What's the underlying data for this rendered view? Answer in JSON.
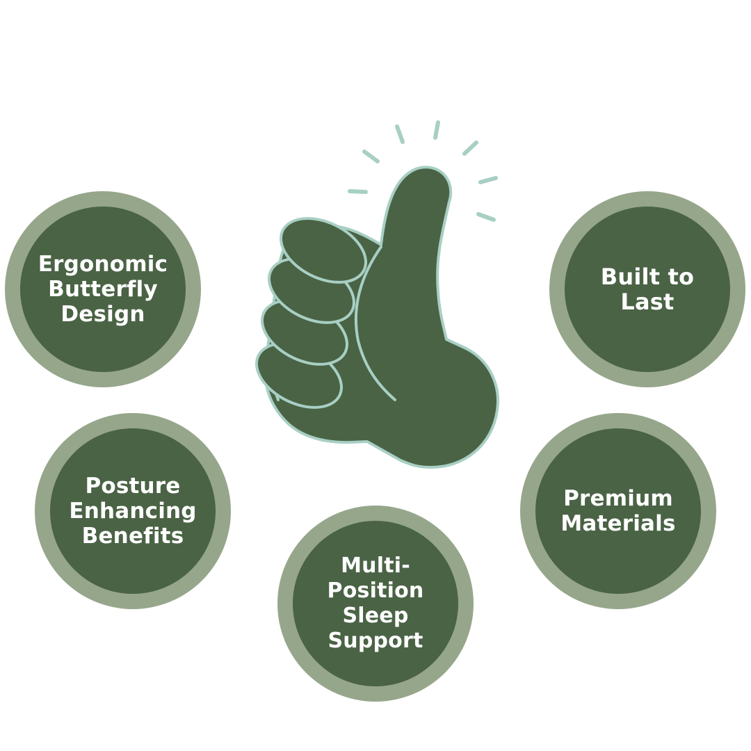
{
  "features": {
    "ergonomic": "Ergonomic\nButterfly\nDesign",
    "built": "Built to Last",
    "posture": "Posture\nEnhancing\nBenefits",
    "premium": "Premium\nMaterials",
    "multi": "Multi-\nPosition\nSleep\nSupport"
  },
  "icons": {
    "center": "thumbs-up-icon",
    "rays": "sparkle-rays-icon"
  },
  "colors": {
    "ring": "#96a68b",
    "fill": "#4a6345",
    "outline": "#a8cfc4",
    "text": "#ffffff",
    "background": "#ffffff"
  }
}
